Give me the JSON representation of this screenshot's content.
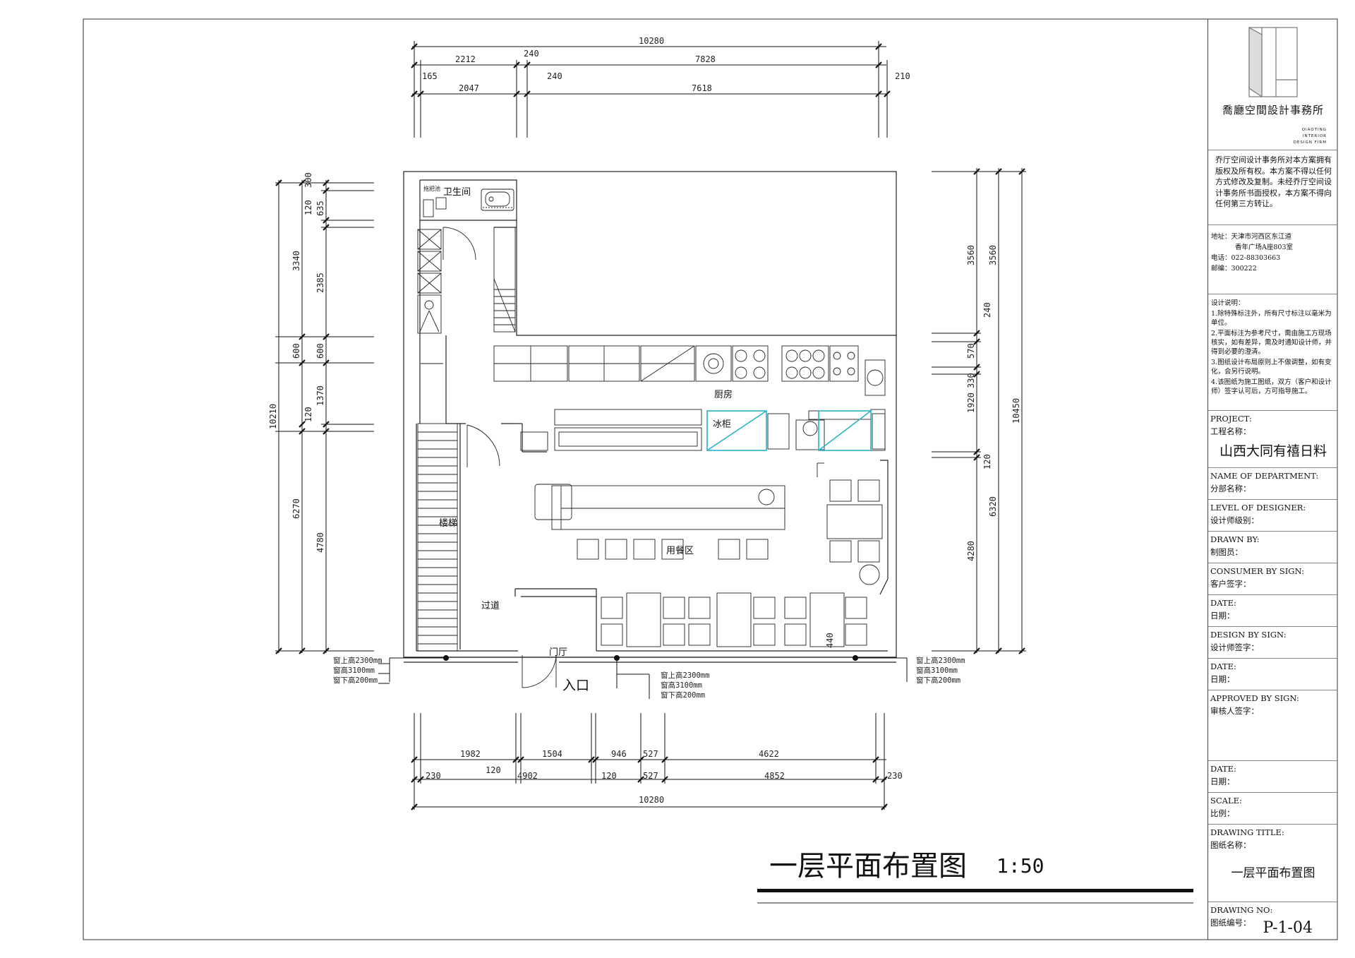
{
  "drawing": {
    "title": "一层平面布置图",
    "scale": "1:50"
  },
  "rooms": {
    "toilet": "卫生间",
    "kitchen": "厨房",
    "fridge": "冰柜",
    "stairs": "楼梯",
    "dining": "用餐区",
    "aisle": "过道",
    "foyer": "门厅",
    "entrance": "入口",
    "small_label": "拖把池"
  },
  "dimensions": {
    "top_total": "10280",
    "top_row1": [
      "2212",
      "240",
      "7828"
    ],
    "top_row2": [
      "165",
      "2047",
      "240",
      "7618",
      "210"
    ],
    "bottom_row1": [
      "1982",
      "1504",
      "946",
      "527",
      "4622"
    ],
    "bottom_row2": [
      "230",
      "120",
      "4902",
      "120",
      "527",
      "4852",
      "230"
    ],
    "bottom_total": "10280",
    "left_outer": [
      "300",
      "3340",
      "600",
      "10210",
      "6270"
    ],
    "left_inner": [
      "120",
      "635",
      "2385",
      "600",
      "1370",
      "120",
      "4780"
    ],
    "right_inner": [
      "3560",
      "240",
      "570",
      "330",
      "1920",
      "120",
      "6320",
      "4280"
    ],
    "right_outer": [
      "3560",
      "10450"
    ],
    "inner_440": "440"
  },
  "window_notes": {
    "left": [
      "窗上高2300mm",
      "窗高3100mm",
      "窗下高200mm"
    ],
    "middle": [
      "窗上高2300mm",
      "窗高3100mm",
      "窗下高200mm"
    ],
    "right": [
      "窗上高2300mm",
      "窗高3100mm",
      "窗下高200mm"
    ]
  },
  "title_block": {
    "firm_name": "喬廳空間設計事務所",
    "firm_en": [
      "QIAOTING",
      "INTERIOR",
      "DESIGN FIRM"
    ],
    "copyright": "乔厅空间设计事务所对本方案拥有版权及所有权。本方案不得以任何方式修改及复制。未经乔厅空间设计事务所书面授权，本方案不得向任何第三方转让。",
    "address": [
      "地址：天津市河西区东江道",
      "香年广场A座803室",
      "电话：022-88303663",
      "邮编：300222"
    ],
    "design_notes": [
      "设计说明：",
      "1.除特殊标注外，所有尺寸标注以毫米为单位。",
      "2.平面标注为参考尺寸，需由施工方现场核实，如有差异，需及时通知设计师，并得到必要的澄清。",
      "3.图纸设计布局原则上不做调整，如有变化，会另行说明。",
      "4.该图纸为施工图纸，双方（客户和设计师）签字认可后，方可指导施工。"
    ],
    "project_label": [
      "PROJECT:",
      "工程名称："
    ],
    "project_name": "山西大同有禧日料",
    "department": [
      "NAME OF DEPARTMENT:",
      "分部名称："
    ],
    "designer_level": [
      "LEVEL OF DESIGNER:",
      "设计师级别："
    ],
    "drawn_by": [
      "DRAWN BY:",
      "制图员："
    ],
    "consumer_sign": [
      "CONSUMER BY SIGN:",
      "客户签字："
    ],
    "date1": [
      "DATE:",
      "日期："
    ],
    "design_sign": [
      "DESIGN BY SIGN:",
      "设计师签字："
    ],
    "date2": [
      "DATE:",
      "日期："
    ],
    "approved": [
      "APPROVED BY SIGN:",
      "审核人签字："
    ],
    "date3": [
      "DATE:",
      "日期："
    ],
    "scale_label": [
      "SCALE:",
      "比例："
    ],
    "drawing_title_label": [
      "DRAWING TITLE:",
      "图纸名称："
    ],
    "drawing_title": "一层平面布置图",
    "drawing_no_label": [
      "DRAWING NO:",
      "图纸编号："
    ],
    "drawing_no": "P-1-04"
  }
}
